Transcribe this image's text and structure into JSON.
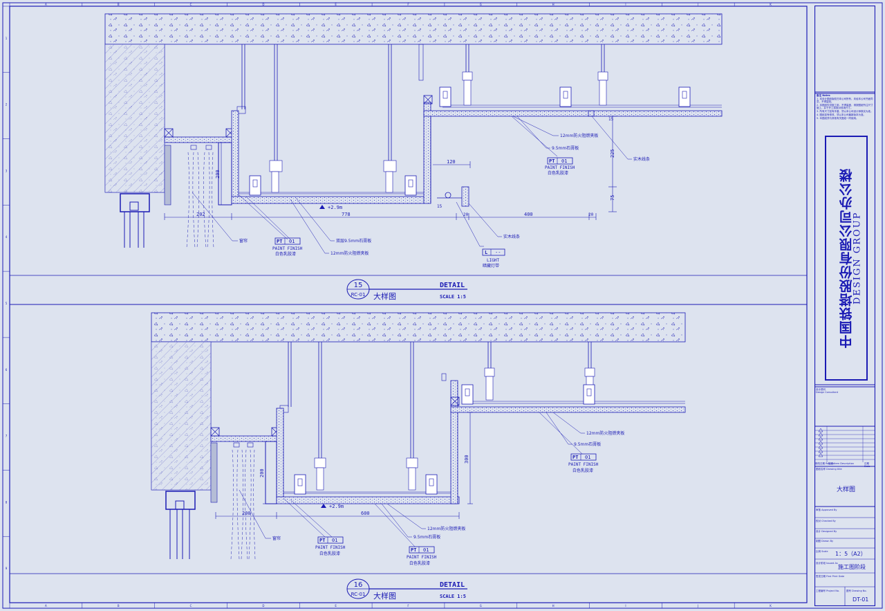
{
  "colors": {
    "background": "#dde3ef",
    "ink": "#1a1ab4"
  },
  "grid": {
    "columns": [
      "A",
      "B",
      "C",
      "D",
      "E",
      "F",
      "G",
      "H",
      "I",
      "J",
      "K"
    ],
    "rows": [
      "1",
      "2",
      "3",
      "4",
      "5",
      "6",
      "7",
      "8",
      "9"
    ]
  },
  "detail_top": {
    "callouts": {
      "edge_paint": {
        "code": "PT",
        "num": "01",
        "finish": "PAINT FINISH",
        "desc": "白色乳胶漆"
      },
      "right_paint": {
        "code": "PT",
        "num": "01",
        "finish": "PAINT FINISH",
        "desc": "白色乳胶漆"
      },
      "light": {
        "code": "L",
        "num": "--",
        "finish": "LIGHT",
        "desc": "暗藏灯带"
      }
    },
    "labels": {
      "fire_board_right": "12mm防火阻燃夹板",
      "gypsum_right": "9.5mm石膏板",
      "wood_trim_1": "实木线条",
      "wood_trim_2": "实木线条",
      "double_gypsum": "双层9.5mm石膏板",
      "fire_board_left": "12mm防火阻燃夹板",
      "curtain": "窗帘",
      "level": "+2.9m"
    },
    "dims": {
      "d120": "120",
      "d225": "225",
      "d75": "75",
      "d200": "200",
      "d202": "202",
      "d778": "778",
      "d20a": "20",
      "d400": "400",
      "d20b": "20",
      "d15": "15",
      "d15b": "15"
    },
    "title": {
      "number": "15",
      "sheet": "RC-01",
      "cn": "大样图",
      "word": "DETAIL",
      "scale": "SCALE 1:5"
    }
  },
  "detail_bottom": {
    "callouts": {
      "left_paint": {
        "code": "PT",
        "num": "01",
        "finish": "PAINT FINISH",
        "desc": "白色乳胶漆"
      },
      "mid_paint": {
        "code": "PT",
        "num": "01",
        "finish": "PAINT FINISH",
        "desc": "白色乳胶漆"
      },
      "right_paint": {
        "code": "PT",
        "num": "01",
        "finish": "PAINT FINISH",
        "desc": "白色乳胶漆"
      }
    },
    "labels": {
      "fire_board_right": "12mm防火阻燃夹板",
      "gypsum_right": "9.5mm石膏板",
      "fire_board_mid": "12mm防火阻燃夹板",
      "gypsum_mid": "9.5mm石膏板",
      "curtain": "窗帘",
      "level": "+2.9m"
    },
    "dims": {
      "d300": "300",
      "d200": "200",
      "d200b": "200",
      "d600": "600"
    },
    "title": {
      "number": "16",
      "sheet": "RC-01",
      "cn": "大样图",
      "word": "DETAIL",
      "scale": "SCALE 1:5"
    }
  },
  "title_block": {
    "notes_head": "备注 Notes",
    "notes": [
      "1. 本设计图纸版权归本公司所有，未经本公司书面同意，不得复制。",
      "2. 本图纸仅供施工用，不得量度，请按图纸所注尺寸施工，并于开工前核对现场尺寸。",
      "3. 所有尺寸如有矛盾，须以本公司设计师核实为准。",
      "4. 图纸如有修改，须以本公司最新版本为准。",
      "5. 本图纸须与其他有关图纸一同使用。"
    ],
    "company_cn": "中国铁塔股份有限公司办公楼",
    "company_en": "DESIGN GROUP",
    "consultant_cn": "设计顾问",
    "consultant_en": "Design Consultant",
    "rev_cols": [
      "修改日期 Rev.No.",
      "描述 Item Description",
      "日期 Date"
    ],
    "drawing_title_label": "图纸名称 Drawing title",
    "drawing_title": "大样图",
    "approved": "审核 Approved By",
    "checked": "校对 Checked By",
    "designed": "设计 Designed By",
    "drawn": "制图 Drawn By",
    "scale_label": "比例 Scale",
    "scale": "1：5（A2）",
    "issue_label": "设计阶段 Issued As",
    "issue": "施工图阶段",
    "date_label": "签发日期 First Print Date",
    "project_label": "工程编号 Project No.",
    "drawing_no_label": "图号 Drawing No.",
    "drawing_no": "DT-01"
  }
}
